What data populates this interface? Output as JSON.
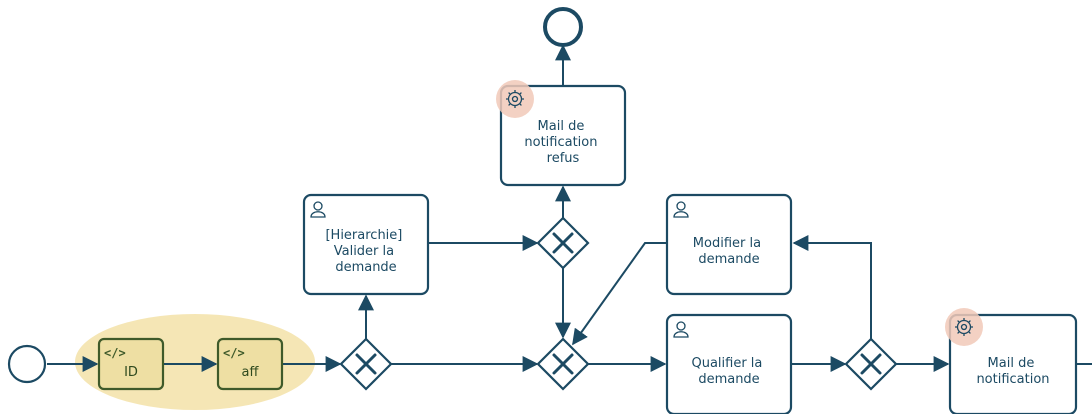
{
  "diagram": {
    "tasks": {
      "script_id": {
        "label": [
          "ID"
        ]
      },
      "script_aff": {
        "label": [
          "aff"
        ]
      },
      "valider": {
        "label": [
          "[Hierarchie]",
          "Valider la",
          "demande"
        ]
      },
      "mail_refus": {
        "label": [
          "Mail de",
          "notification",
          "refus"
        ]
      },
      "modifier": {
        "label": [
          "Modifier la",
          "demande"
        ]
      },
      "qualifier": {
        "label": [
          "Qualifier la",
          "demande"
        ]
      },
      "mail_notification": {
        "label": [
          "Mail de",
          "notification"
        ]
      }
    },
    "icons": {
      "script": "script-icon",
      "user": "user-icon",
      "service": "gear-icon"
    },
    "colors": {
      "stroke": "#1c4a63",
      "highlight": "#f0dca0",
      "script_fill": "#eedfa3",
      "service_halo": "#f1c9b8"
    }
  }
}
